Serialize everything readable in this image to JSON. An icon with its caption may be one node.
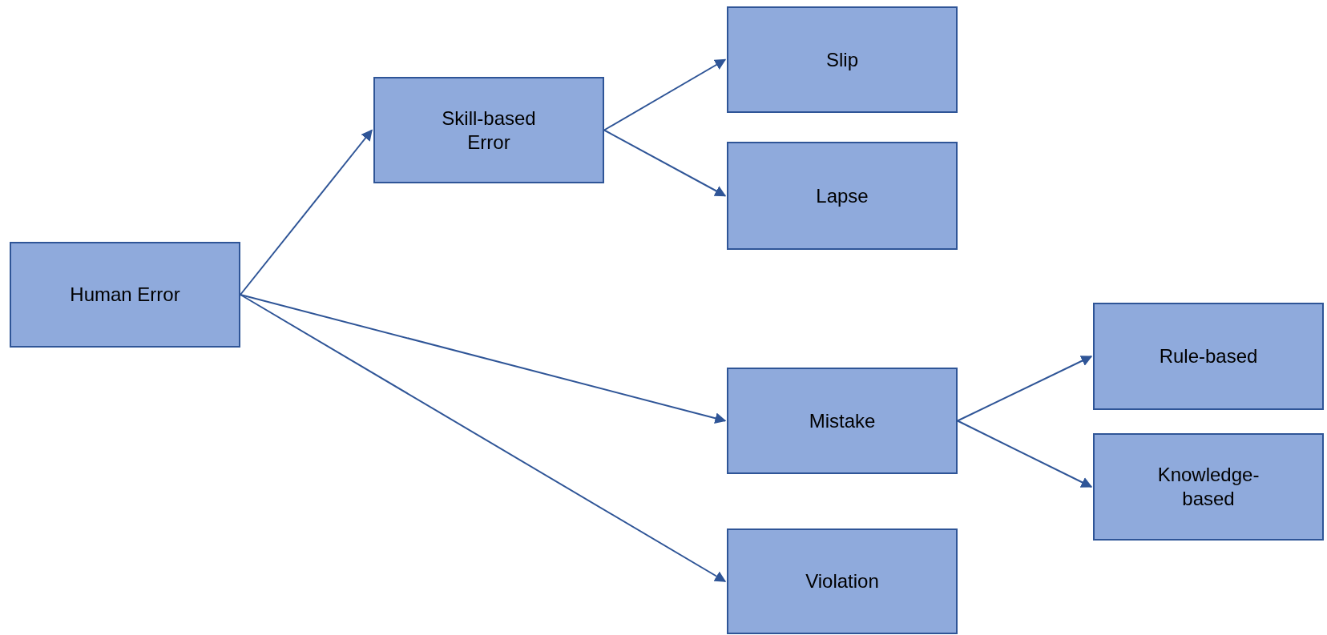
{
  "diagram": {
    "nodes": [
      {
        "text": [
          "Human Error"
        ]
      },
      {
        "text": [
          "Skill-based Error"
        ]
      },
      {
        "text": [
          "Slip"
        ]
      },
      {
        "text": [
          "Lapse"
        ]
      },
      {
        "text": [
          "Mistake"
        ]
      },
      {
        "text": [
          "Violation"
        ]
      },
      {
        "text": [
          "Rule-based"
        ]
      },
      {
        "text": [
          "Knowledge-based"
        ]
      }
    ],
    "edges": [
      {
        "from": 0,
        "to": 1,
        "arrow": "to"
      },
      {
        "from": 1,
        "to": 2,
        "arrow": "to"
      },
      {
        "from": 1,
        "to": 3,
        "arrow": "to"
      },
      {
        "from": 0,
        "to": 4,
        "arrow": "to"
      },
      {
        "from": 0,
        "to": 5,
        "arrow": "to"
      },
      {
        "from": 4,
        "to": 6,
        "arrow": "to"
      },
      {
        "from": 4,
        "to": 7,
        "arrow": "to"
      }
    ]
  }
}
